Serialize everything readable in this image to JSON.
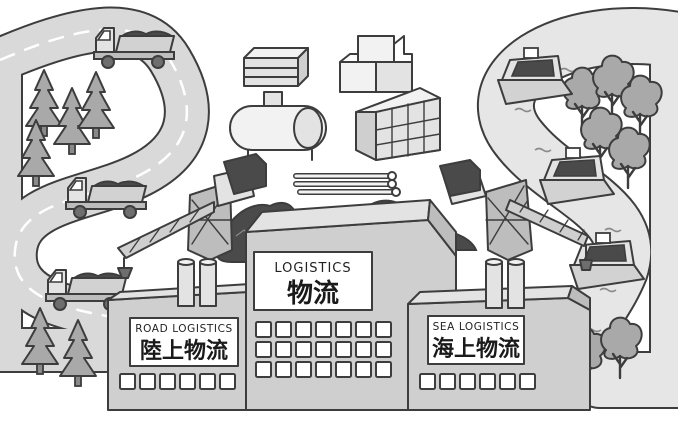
{
  "signs": {
    "center": {
      "en": "LOGISTICS",
      "jp": "物流"
    },
    "road": {
      "en": "ROAD LOGISTICS",
      "jp": "陸上物流"
    },
    "sea": {
      "en": "SEA LOGISTICS",
      "jp": "海上物流"
    }
  },
  "icons": {
    "road": "winding-road",
    "river": "winding-river",
    "trucks": "dump-truck",
    "boats": "cargo-boat",
    "trees_left": "pine-tree",
    "trees_right": "broadleaf-tree",
    "cranes": "gantry-crane",
    "cargo": [
      "stacked-boxes",
      "cube-stack",
      "gas-tank",
      "container-building",
      "pipe-bundle",
      "coal-pile"
    ]
  },
  "colors": {
    "outline": "#3d3d3d",
    "road": "#d9d9d9",
    "river": "#e6e6e6",
    "building": "#cfcfcf",
    "building_light": "#e3e3e3",
    "tree": "#a9a9a9",
    "coal": "#4a4a4a"
  }
}
